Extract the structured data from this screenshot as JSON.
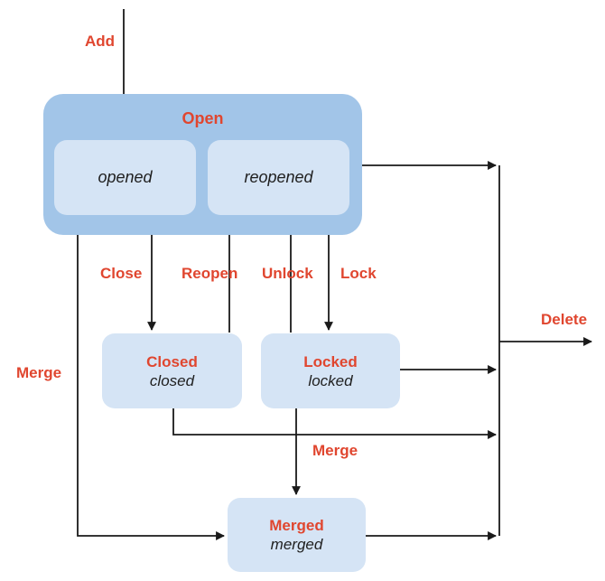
{
  "colors": {
    "background": "#ffffff",
    "group_fill": "#a2c5e8",
    "state_fill": "#d5e4f5",
    "label_red": "#e0462f",
    "state_text": "#1f1f1f",
    "line": "#1a1a1a"
  },
  "open_group": {
    "label": "Open",
    "substates": {
      "opened": "opened",
      "reopened": "reopened"
    }
  },
  "states": {
    "closed": {
      "title": "Closed",
      "subtitle": "closed"
    },
    "locked": {
      "title": "Locked",
      "subtitle": "locked"
    },
    "merged": {
      "title": "Merged",
      "subtitle": "merged"
    }
  },
  "transitions": {
    "add": "Add",
    "close": "Close",
    "reopen": "Reopen",
    "unlock": "Unlock",
    "lock": "Lock",
    "merge_left": "Merge",
    "merge_mid": "Merge",
    "delete": "Delete"
  }
}
